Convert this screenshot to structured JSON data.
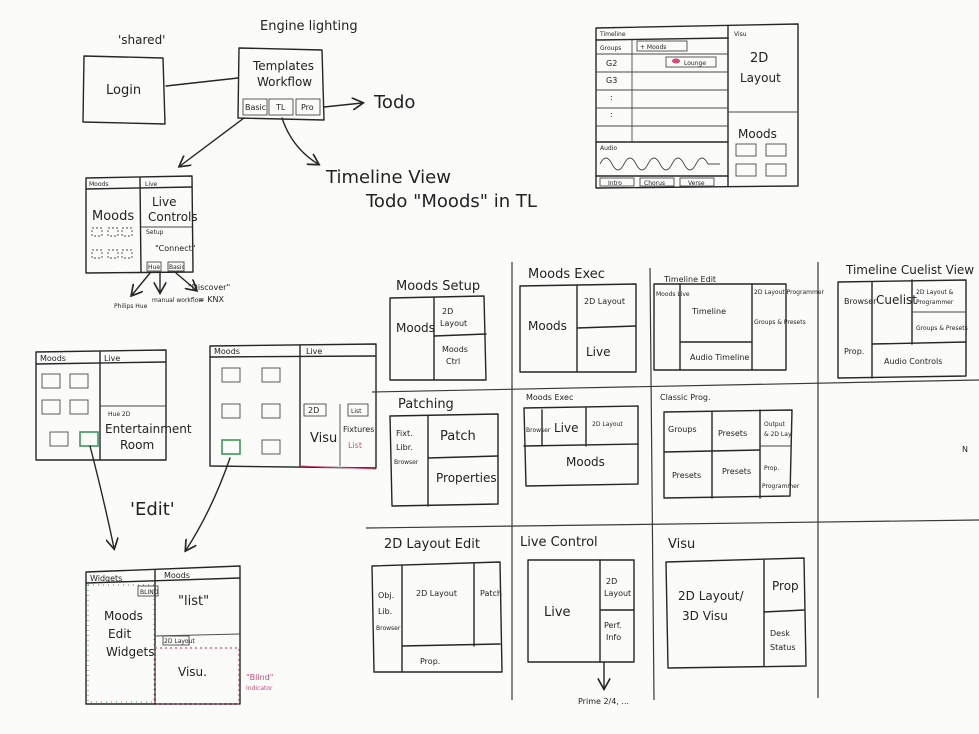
{
  "top_labels": {
    "shared": "'shared'",
    "engine_lighting": "Engine lighting"
  },
  "login_box": {
    "label": "Login"
  },
  "templates_box": {
    "title_line1": "Templates",
    "title_line2": "Workflow",
    "buttons": [
      "Basic",
      "TL",
      "Pro"
    ]
  },
  "todo_label": "Todo",
  "timeline_notes": {
    "line1": "Timeline View",
    "line2": "Todo \"Moods\" in TL"
  },
  "small_moods_live": {
    "tab_moods": "Moods",
    "tab_live": "Live",
    "moods_label": "Moods",
    "live_line1": "Live",
    "live_line2": "Controls",
    "setup_tab": "Setup",
    "connect": "\"Connect\"",
    "btn_left": "Hue",
    "btn_right": "Basic"
  },
  "branch_labels": {
    "philips": "Philips Hue",
    "manual": "manual workflow",
    "discover": "\"Discover\"",
    "knx": "= KNX"
  },
  "mid_left_panel": {
    "tab_moods": "Moods",
    "tab_live": "Live",
    "room_tab": "Hue 2D",
    "room_line1": "Entertainment",
    "room_line2": "Room"
  },
  "mid_right_panel": {
    "tab_moods": "Moods",
    "tab_live": "Live",
    "tab_2d": "2D",
    "tab_list": "List",
    "visu": "Visu",
    "fixtures": "Fixtures",
    "list": "List"
  },
  "edit_label": "'Edit'",
  "bottom_edit_panel": {
    "tab_widgets": "Widgets",
    "tab_moods": "Moods",
    "blind_btn": "BLIND",
    "left_line1": "Moods",
    "left_line2": "Edit",
    "left_line3": "Widgets",
    "list": "\"list\"",
    "tab_2d": "2D Layout",
    "visu": "Visu.",
    "blind_note_line1": "\"Blind\"",
    "blind_note_line2": "Indicator"
  },
  "timeline_sketch": {
    "tab_timeline": "Timeline",
    "tab_visu": "Visu",
    "col_groups": "Groups",
    "col_moods": "+ Moods",
    "rows": [
      "G2",
      "G3",
      ":",
      ":"
    ],
    "lounge": "Lounge",
    "layout_line1": "2D",
    "layout_line2": "Layout",
    "moods": "Moods",
    "audio": "Audio",
    "segments": [
      "Intro",
      "Chorus",
      "Verse"
    ]
  },
  "layouts": {
    "moods_setup": {
      "title": "Moods Setup",
      "moods": "Moods",
      "layout_line1": "2D",
      "layout_line2": "Layout",
      "ctrl_line1": "Moods",
      "ctrl_line2": "Ctrl"
    },
    "moods_exec": {
      "title": "Moods Exec",
      "moods": "Moods",
      "layout": "2D Layout",
      "live": "Live"
    },
    "timeline_edit": {
      "title": "Timeline Edit",
      "left": "Moods Live",
      "timeline": "Timeline",
      "right_top": "2D Layout Programmer",
      "groups": "Groups & Presets",
      "audio": "Audio Timeline"
    },
    "timeline_cuelist": {
      "title": "Timeline Cuelist View",
      "browser": "Browser",
      "cuelist": "Cuelist",
      "right_top_line1": "2D Layout &",
      "right_top_line2": "Programmer",
      "groups": "Groups & Presets",
      "prop": "Prop.",
      "audio": "Audio Controls"
    },
    "patching": {
      "title": "Patching",
      "left_line1": "Fixt.",
      "left_line2": "Libr.",
      "left_line3": "Browser",
      "patch": "Patch",
      "properties": "Properties"
    },
    "moods_exec_2": {
      "title": "Moods Exec",
      "browser": "Browser",
      "live": "Live",
      "layout": "2D Layout",
      "moods": "Moods"
    },
    "classic_prog": {
      "title": "Classic Prog.",
      "groups": "Groups",
      "presets_top": "Presets",
      "output_line1": "Output",
      "output_line2": "& 2D Lay.",
      "presets_bl": "Presets",
      "presets_br": "Presets",
      "prop_line1": "Prop.",
      "prop_line2": "Programmer"
    },
    "layout_2d_edit": {
      "title": "2D Layout Edit",
      "left_line1": "Obj.",
      "left_line2": "Lib.",
      "left_line3": "Browser",
      "layout": "2D Layout",
      "patch": "Patch",
      "prop": "Prop."
    },
    "live_control": {
      "title": "Live Control",
      "live": "Live",
      "layout_line1": "2D",
      "layout_line2": "Layout",
      "perf_line1": "Perf.",
      "perf_line2": "Info",
      "footnote": "Prime 2/4, ..."
    },
    "visu": {
      "title": "Visu",
      "main_line1": "2D Layout/",
      "main_line2": "3D Visu",
      "prop": "Prop",
      "desk_line1": "Desk",
      "desk_line2": "Status"
    }
  },
  "edge_mark": "N",
  "colors": {
    "ink": "#262626",
    "pink_accent": "#d64a80",
    "green_accent": "#3a9a5a",
    "board": "#fbfbfa"
  }
}
